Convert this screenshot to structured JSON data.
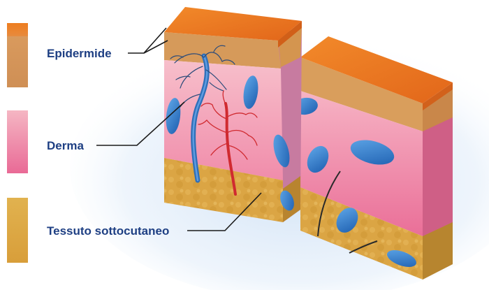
{
  "labels": {
    "epidermide": "Epidermide",
    "derma": "Derma",
    "tessuto": "Tessuto sottocutaneo"
  },
  "colors": {
    "label_text": "#1e3f83",
    "epidermis_top": "#ee7d1f",
    "epidermis_side": "#cf9657",
    "dermis": "#f3a9b9",
    "subcutaneous": "#d9a546",
    "cells": "#2a72c4",
    "vein": "#2e6fb8",
    "artery": "#d02a30",
    "halo": "#cfe1f5"
  },
  "icons": [
    "epidermis-swatch",
    "dermis-swatch",
    "subcutaneous-swatch"
  ]
}
